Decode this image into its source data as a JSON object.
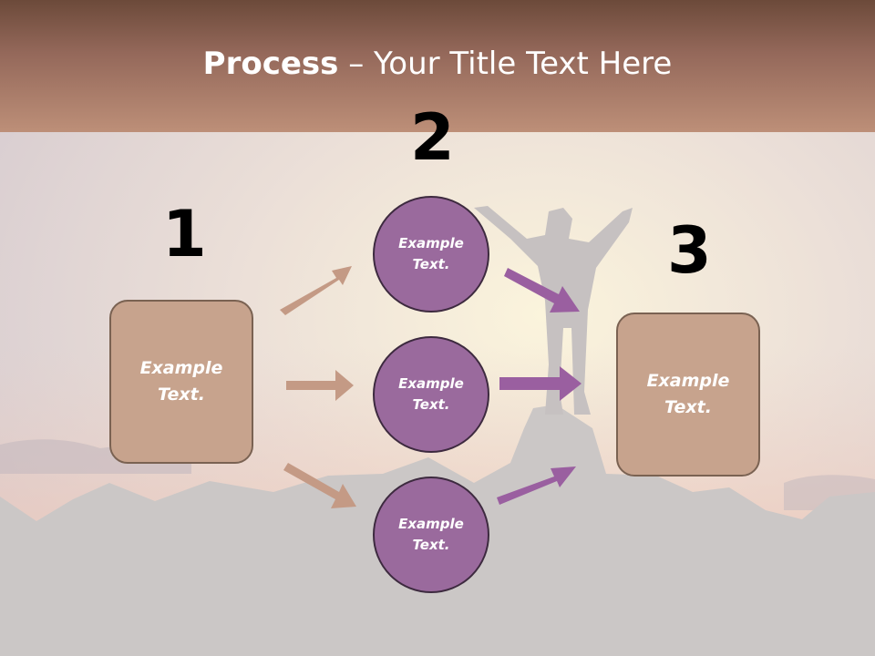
{
  "slide": {
    "title_bold": "Process",
    "title_dash": " – ",
    "title_rest": "Your Title Text Here"
  },
  "steps": {
    "one": "1",
    "two": "2",
    "three": "3"
  },
  "nodes": {
    "left_box": "Example\nText.",
    "circle_top": "Example\nText.",
    "circle_mid": "Example\nText.",
    "circle_bottom": "Example\nText.",
    "right_box": "Example\nText."
  },
  "colors": {
    "box_fill": "#c7a38d",
    "circle_fill": "#9a6a9d",
    "arrow_tan": "#c49a85",
    "arrow_purple": "#9a5fa0",
    "header": "#94685a"
  }
}
